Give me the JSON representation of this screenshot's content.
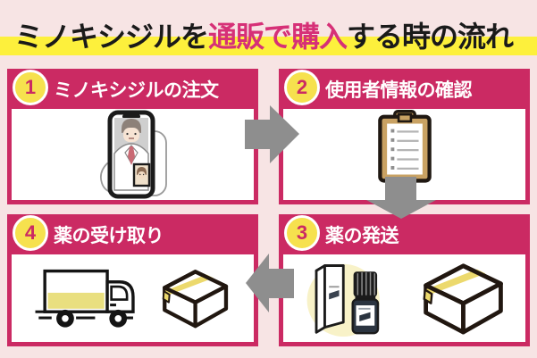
{
  "title": {
    "prefix": "ミノキシジルを",
    "highlight": "通販で購入",
    "suffix": "する時の流れ"
  },
  "steps": [
    {
      "number": "1",
      "label": "ミノキシジルの注文",
      "illustration": "video-call-phone"
    },
    {
      "number": "2",
      "label": "使用者情報の確認",
      "illustration": "clipboard-checklist"
    },
    {
      "number": "3",
      "label": "薬の発送",
      "illustration": "medicine-bottle-and-parcel"
    },
    {
      "number": "4",
      "label": "薬の受け取り",
      "illustration": "delivery-truck-and-parcel"
    }
  ],
  "flow": [
    "step1-to-step2-right",
    "step2-to-step3-down",
    "step3-to-step4-left"
  ],
  "colors": {
    "background": "#f7e4e4",
    "accent_magenta": "#cb2a63",
    "title_accent": "#d63077",
    "highlight_yellow": "#fdf03c",
    "number_circle_yellow": "#f6e14e",
    "arrow_gray": "#8e8e8e",
    "cargo_yellow": "#e9df7f",
    "clipboard_tan": "#c9a263",
    "tape_yellow": "#ecd96d",
    "pale_yellow_circle": "#f8f2c8"
  }
}
